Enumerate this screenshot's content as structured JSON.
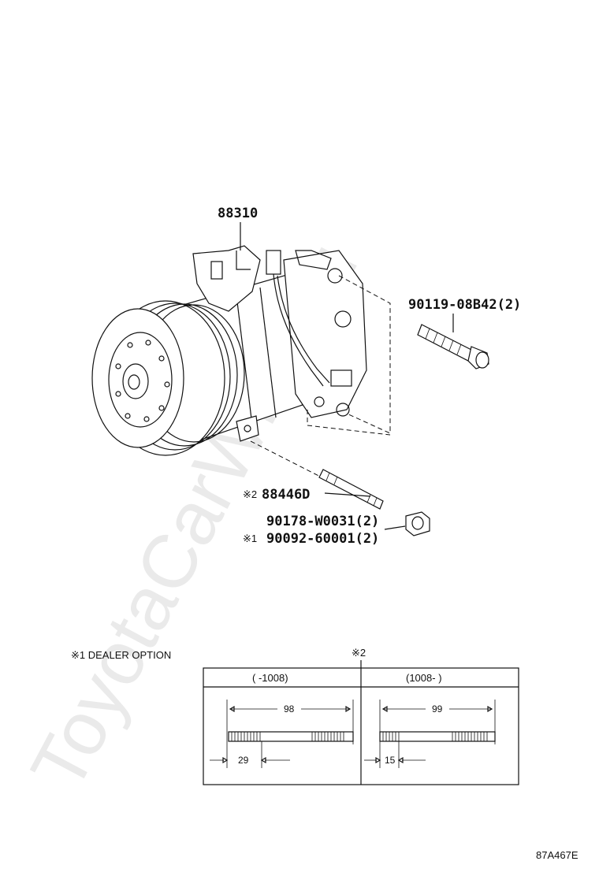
{
  "watermark": "ToyotaCarWine.ru",
  "parts": {
    "compressor": "88310",
    "bolt": "90119-08B42(2)",
    "stud_mark": "※2",
    "stud": "88446D",
    "nut_a": "90178-W0031(2)",
    "nut_b_mark": "※1",
    "nut_b": "90092-60001(2)"
  },
  "notes": {
    "dealer_option": "※1 DEALER OPTION",
    "table_mark": "※2"
  },
  "table": {
    "left_header": "(      -1008)",
    "right_header": "(1008-      )",
    "left_length": "98",
    "left_thread": "29",
    "right_length": "99",
    "right_thread": "15"
  },
  "figure_code": "87A467E"
}
